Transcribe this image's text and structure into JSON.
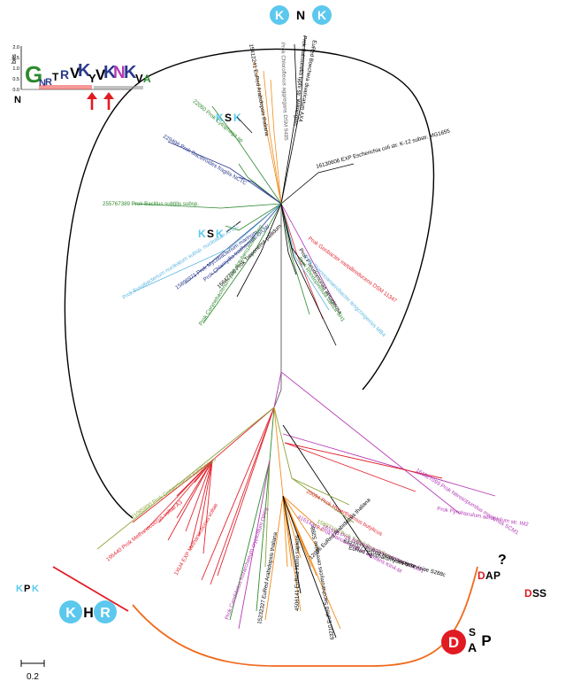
{
  "clusters": {
    "top_motif": [
      "K",
      "N",
      "K"
    ],
    "ksk_upper": [
      "K",
      "S",
      "K"
    ],
    "ksk_lower": [
      "K",
      "S",
      "K"
    ],
    "kpk": [
      "K",
      "P",
      "K"
    ],
    "khr": [
      "K",
      "H",
      "R"
    ],
    "dap": [
      "D",
      "A",
      "P"
    ],
    "dss": [
      "D",
      "S",
      "S"
    ],
    "dsp": {
      "d": "D",
      "s": "S",
      "a": "A",
      "p": "P"
    },
    "question": "?"
  },
  "logo": {
    "ylabel": "bits",
    "yticks": [
      "2.0",
      "1.5",
      "1.0",
      "0.5",
      "0.0"
    ],
    "n_label": "N",
    "letters": [
      "G",
      "N",
      "R",
      "T",
      "R",
      "V",
      "K",
      "Y",
      "V",
      "K",
      "N",
      "K",
      "V",
      "A"
    ]
  },
  "scale_bar": {
    "label": "0.2"
  },
  "colors": {
    "bubble_blue": "#5cc8ee",
    "bubble_red": "#e11b22",
    "arrow_red": "#e11b22",
    "bracket_orange": "#f06a1c",
    "clade_red": "#e32530",
    "clade_magenta": "#b339b5",
    "clade_green": "#2f8a2f",
    "clade_navy": "#2a3a8c",
    "clade_orange": "#f08c1c",
    "clade_lightblue": "#5db8e0",
    "clade_olive": "#8aa63a"
  },
  "leaves": {
    "ecoli_k12": "16130606 EXP Escherichia coli str. K-12 substr. MG1655",
    "bacillus": "255767389 Prok Bacillus subtilis subsp.",
    "bacteroides": "229496 Prok Bacteroides fragilis NCTC",
    "cytophaga": "22060 Prok Cytophaga sp",
    "arabidopsis_top": "15412241 EuRed Arabidopsis thaliana",
    "chloroflexus": "Prok Chloroflexus aggregans DSM 9485",
    "salmonella": "Prok Salmonella typhi str. Wilmington",
    "buchnera": "EuRed Boechera divaricatum AX4",
    "fusobacterium": "Prok Fusobacterium nucleatum subsp. nucleatum ATCC",
    "mycobacterium": "15896971 Prok Mycobacterium marinum",
    "chlamydia": "Prok Chlamydia trachomatis D/UW",
    "treponema": "15642708 Prok Treponema pallidum",
    "corynebacterium": "Prok Corynebacterium pseudotuberculosis 1002",
    "pseudomonas": "Prok Pseudomonas aeruginosa",
    "thermoanaerobacter": "Prok Thermoanaerobacter tengcongensis MB4",
    "geobacter": "Prok Geobacter metallireducens DSM 11347",
    "rhodopirellula": "Prok Rhodopirellula baltica SH1",
    "methanococcus_vol": "195440 Prok Methanococcus voltae A3",
    "cenarchaeum": "21085890 Prok Cenarchaeum symbiosum",
    "mvoltae_exp": "1XU4 EXP Methanococcus voltae",
    "thermococcus": "Prok Thermococcus kodakarensis KOD1",
    "hyperthermus": "20094 Prok Hyperthermus butylicus",
    "nanoarchaeum": "41614212 Prok Nanoarchaeum equitans Kin4-M",
    "sulfolobus": "15897194 Prok Sulfolobus solfataricus P2",
    "nitrosopumilus": "161528 Prok Nitrosopumilus maritimus SCM1",
    "nitrosopumilus2": "161527099 Prok Nitrosopumilus maritimus SCM1",
    "pyrobaculum": "Prok Pyrobaculum aerophilum str. IM2",
    "human1": "6321027 EuRed Homo sapiens",
    "yeast1": "EuRed Saccharomyces cerevisiae S288c",
    "arabidopsis_bot": "15232327 EuRed Arabidopsis thaliana",
    "ath2": "12036 EuRed Arabidopsis thaliana",
    "human2": "4506141 EuRed Homo sapiens",
    "yeast2": "63210 EuRed Saccharomyces cerevisiae S288c",
    "giardia": "Prok Candidatus Korarchaeum cryptofilum OPF8"
  }
}
